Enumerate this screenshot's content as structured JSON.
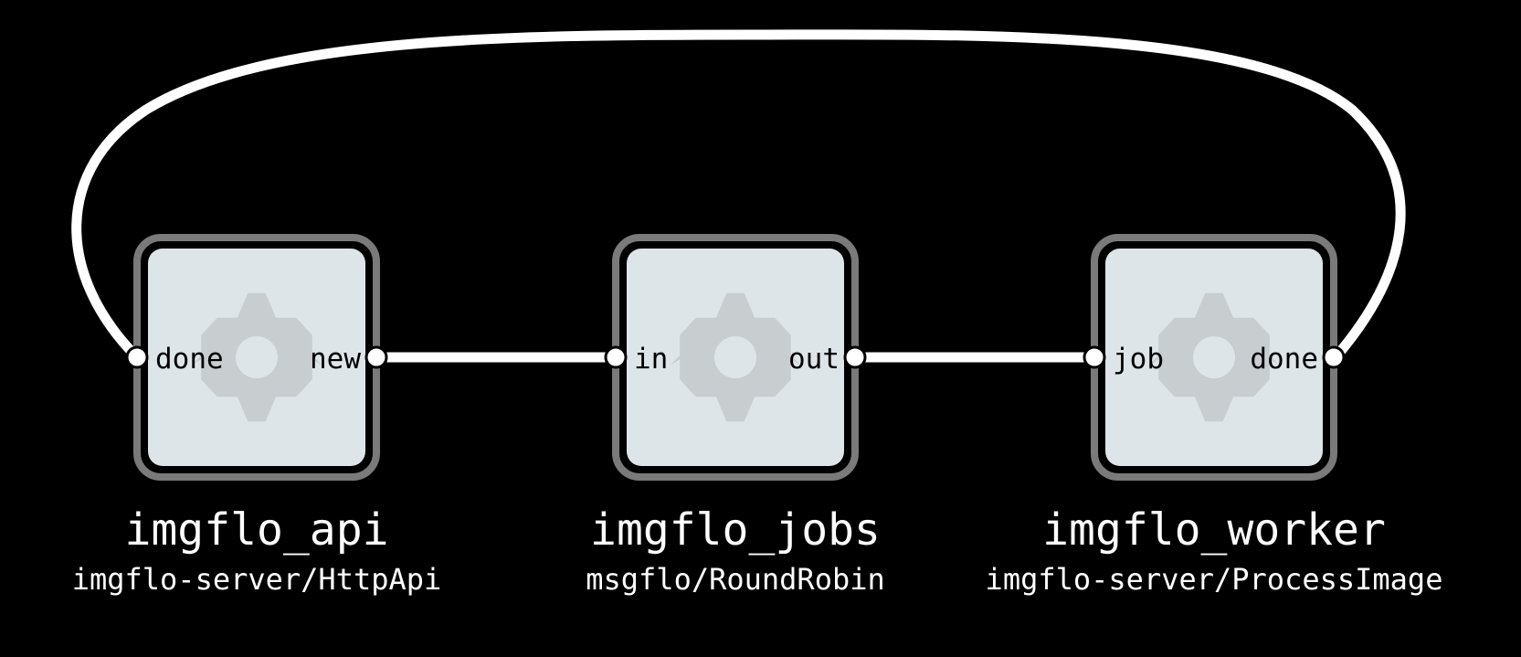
{
  "colors": {
    "background": "#000000",
    "edge": "#ffffff",
    "node_fill": "#dde5e8",
    "node_border": "#7a7a7a",
    "icon": "#c8cdd0"
  },
  "nodes": [
    {
      "name": "imgflo_api",
      "component": "imgflo-server/HttpApi",
      "icon": "gear-icon",
      "in_port": "done",
      "out_port": "new"
    },
    {
      "name": "imgflo_jobs",
      "component": "msgflo/RoundRobin",
      "icon": "gear-icon",
      "in_port": "in",
      "out_port": "out"
    },
    {
      "name": "imgflo_worker",
      "component": "imgflo-server/ProcessImage",
      "icon": "gear-icon",
      "in_port": "job",
      "out_port": "done"
    }
  ],
  "edges": [
    {
      "from": "imgflo_api.new",
      "to": "imgflo_jobs.in"
    },
    {
      "from": "imgflo_jobs.out",
      "to": "imgflo_worker.job"
    },
    {
      "from": "imgflo_worker.done",
      "to": "imgflo_api.done"
    }
  ]
}
